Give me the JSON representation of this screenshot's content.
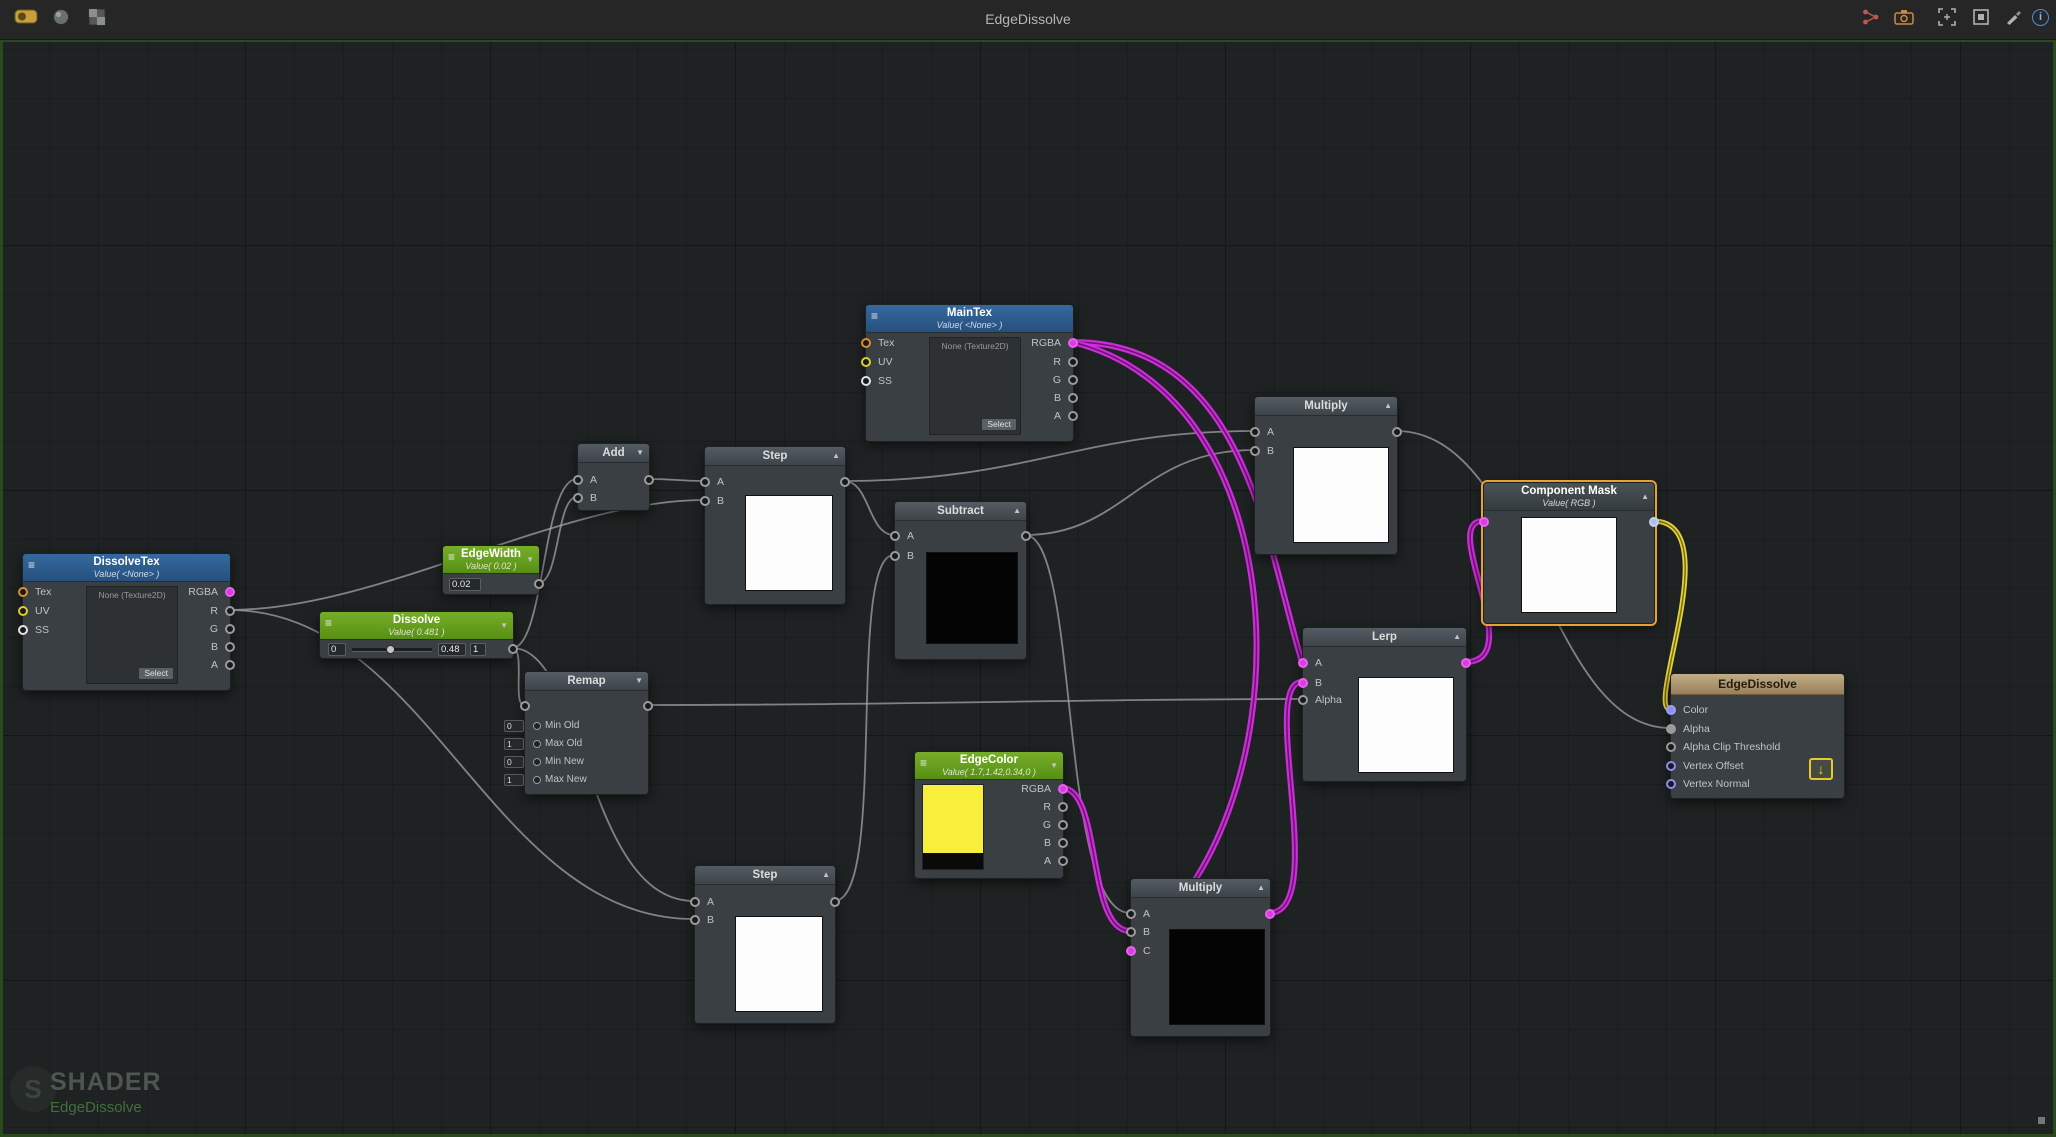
{
  "icons": {
    "menu": "≡",
    "collapse": "▲",
    "dropdown": "▼",
    "info": "i",
    "download": "↓",
    "logo": "S"
  },
  "titlebar": {
    "title": "EdgeDissolve"
  },
  "footer": {
    "app_label": "SHADER",
    "shader_name": "EdgeDissolve"
  },
  "nodes": {
    "dissolveTex": {
      "title": "DissolveTex",
      "subtitle": "Value( <None> )",
      "tex": "Tex",
      "uv": "UV",
      "ss": "SS",
      "outs": [
        "RGBA",
        "R",
        "G",
        "B",
        "A"
      ],
      "preview": "None (Texture2D)",
      "select": "Select"
    },
    "mainTex": {
      "title": "MainTex",
      "subtitle": "Value( <None> )",
      "tex": "Tex",
      "uv": "UV",
      "ss": "SS",
      "outs": [
        "RGBA",
        "R",
        "G",
        "B",
        "A"
      ],
      "preview": "None (Texture2D)",
      "select": "Select"
    },
    "dissolve": {
      "title": "Dissolve",
      "subtitle": "Value( 0.481 )",
      "min": "0",
      "value": "0.48",
      "max": "1"
    },
    "edgeWidth": {
      "title": "EdgeWidth",
      "subtitle": "Value( 0.02 )",
      "value": "0.02"
    },
    "add": {
      "title": "Add",
      "a": "A",
      "b": "B"
    },
    "remap": {
      "title": "Remap",
      "rows": [
        {
          "value": "0",
          "label": "Min Old"
        },
        {
          "value": "1",
          "label": "Max Old"
        },
        {
          "value": "0",
          "label": "Min New"
        },
        {
          "value": "1",
          "label": "Max New"
        }
      ]
    },
    "step1": {
      "title": "Step",
      "a": "A",
      "b": "B"
    },
    "step2": {
      "title": "Step",
      "a": "A",
      "b": "B"
    },
    "subtract": {
      "title": "Subtract",
      "a": "A",
      "b": "B"
    },
    "edgeColor": {
      "title": "EdgeColor",
      "subtitle": "Value( 1.7,1.42,0.34,0 )",
      "outs": [
        "RGBA",
        "R",
        "G",
        "B",
        "A"
      ]
    },
    "multiply1": {
      "title": "Multiply",
      "a": "A",
      "b": "B"
    },
    "multiply2": {
      "title": "Multiply",
      "a": "A",
      "b": "B",
      "c": "C"
    },
    "lerp": {
      "title": "Lerp",
      "a": "A",
      "b": "B",
      "alpha": "Alpha"
    },
    "componentMask": {
      "title": "Component Mask",
      "subtitle": "Value( RGB )"
    },
    "master": {
      "title": "EdgeDissolve",
      "ports": [
        "Color",
        "Alpha",
        "Alpha Clip Threshold",
        "Vertex Offset",
        "Vertex Normal"
      ]
    }
  }
}
